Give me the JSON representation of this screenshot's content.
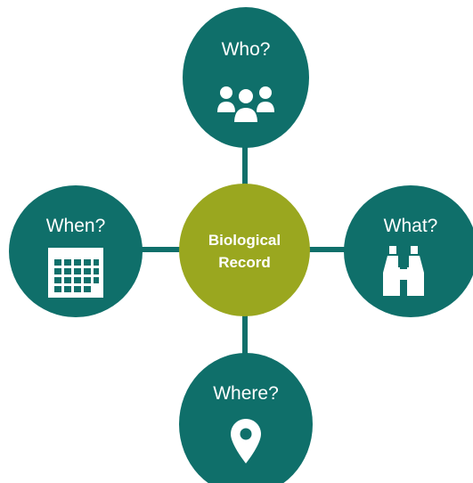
{
  "center": {
    "line1": "Biological",
    "line2": "Record",
    "color": "#9aa71f"
  },
  "nodes": {
    "who": {
      "label": "Who?",
      "icon": "people-icon"
    },
    "what": {
      "label": "What?",
      "icon": "binoculars-icon"
    },
    "when": {
      "label": "When?",
      "icon": "calendar-icon"
    },
    "where": {
      "label": "Where?",
      "icon": "location-pin-icon"
    }
  },
  "colors": {
    "node": "#0f6f6a",
    "connector": "#0f6f6a",
    "text": "#ffffff"
  }
}
